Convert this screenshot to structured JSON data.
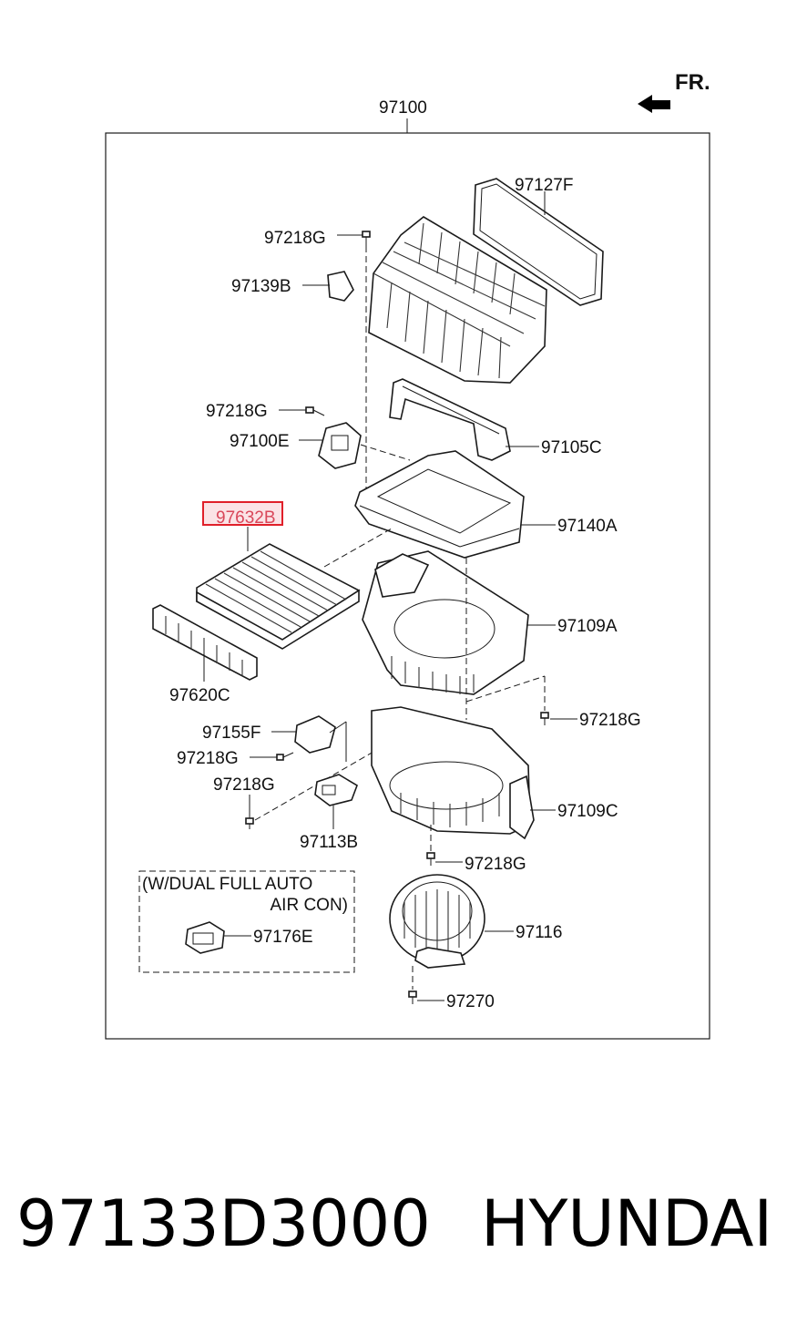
{
  "orientation": {
    "label": "FR."
  },
  "assembly": {
    "number": "97100"
  },
  "callouts": {
    "gasket": "97127F",
    "bolt_top": "97218G",
    "upper_case": "97139B",
    "bolt_actuator": "97218G",
    "actuator": "97100E",
    "duct": "97105C",
    "filter_highlighted": "97632B",
    "filter_case": "97140A",
    "upper_blower_case": "97109A",
    "filter_cover": "97620C",
    "bolt_right": "97218G",
    "resistor": "97155F",
    "bolt_resistor": "97218G",
    "bolt_lower_left": "97218G",
    "bracket": "97113B",
    "lower_blower_case": "97109C",
    "bolt_center": "97218G",
    "motor": "97116",
    "screw_bottom": "97270"
  },
  "option_box": {
    "line1": "(W/DUAL FULL AUTO",
    "line2": "AIR CON)",
    "part": "97176E"
  },
  "footer": {
    "part_number": "97133D3000",
    "brand": "HYUNDAI"
  },
  "colors": {
    "highlight_box": "#e0202a",
    "highlight_fill": "#fbe3e6",
    "line": "#1a1a1a"
  }
}
